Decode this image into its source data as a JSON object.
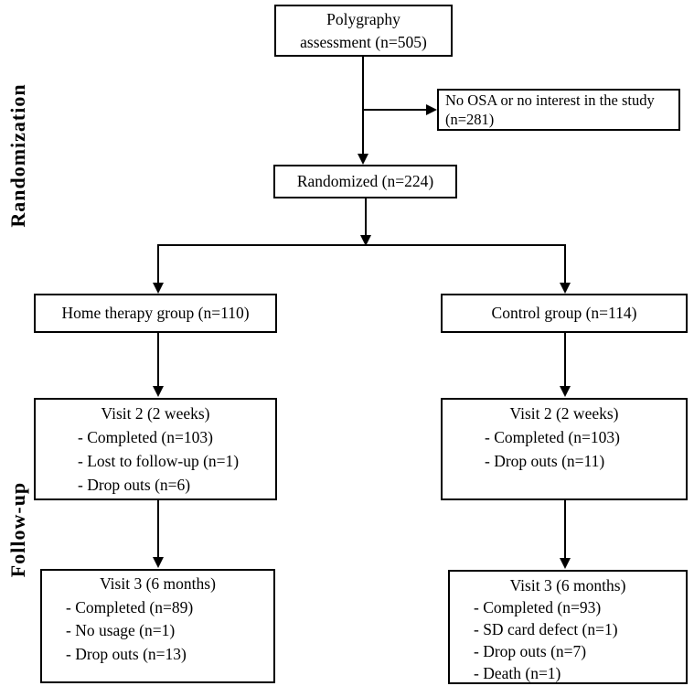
{
  "diagram": {
    "side_labels": {
      "randomization": "Randomization",
      "follow_up": "Follow-up"
    },
    "nodes": {
      "polygraphy": {
        "lines": [
          "Polygraphy",
          "assessment (n=505)"
        ]
      },
      "no_osa": {
        "lines": [
          "No OSA or no interest in the study",
          "(n=281)"
        ]
      },
      "randomized": {
        "label": "Randomized (n=224)"
      },
      "home_group": {
        "label": "Home therapy group (n=110)"
      },
      "control_group": {
        "label": "Control group (n=114)"
      },
      "visit2_home": {
        "title": "Visit 2 (2 weeks)",
        "items": [
          "- Completed (n=103)",
          "- Lost to follow-up (n=1)",
          "- Drop outs (n=6)"
        ]
      },
      "visit2_control": {
        "title": "Visit 2 (2 weeks)",
        "items": [
          "- Completed (n=103)",
          "- Drop outs (n=11)"
        ]
      },
      "visit3_home": {
        "title": "Visit 3 (6 months)",
        "items": [
          "- Completed (n=89)",
          "- No usage (n=1)",
          "- Drop outs (n=13)"
        ]
      },
      "visit3_control": {
        "title": "Visit 3 (6 months)",
        "items": [
          "- Completed (n=93)",
          "- SD card defect (n=1)",
          "- Drop outs (n=7)",
          "- Death (n=1)"
        ]
      }
    },
    "colors": {
      "line": "#000000",
      "background": "#ffffff",
      "text": "#000000"
    }
  }
}
